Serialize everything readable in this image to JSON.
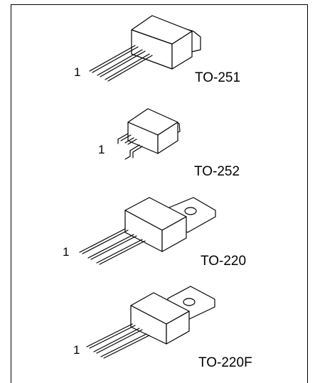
{
  "packages": [
    {
      "name": "TO-251",
      "pin1": "1"
    },
    {
      "name": "TO-252",
      "pin1": "1"
    },
    {
      "name": "TO-220",
      "pin1": "1"
    },
    {
      "name": "TO-220F",
      "pin1": "1"
    }
  ]
}
